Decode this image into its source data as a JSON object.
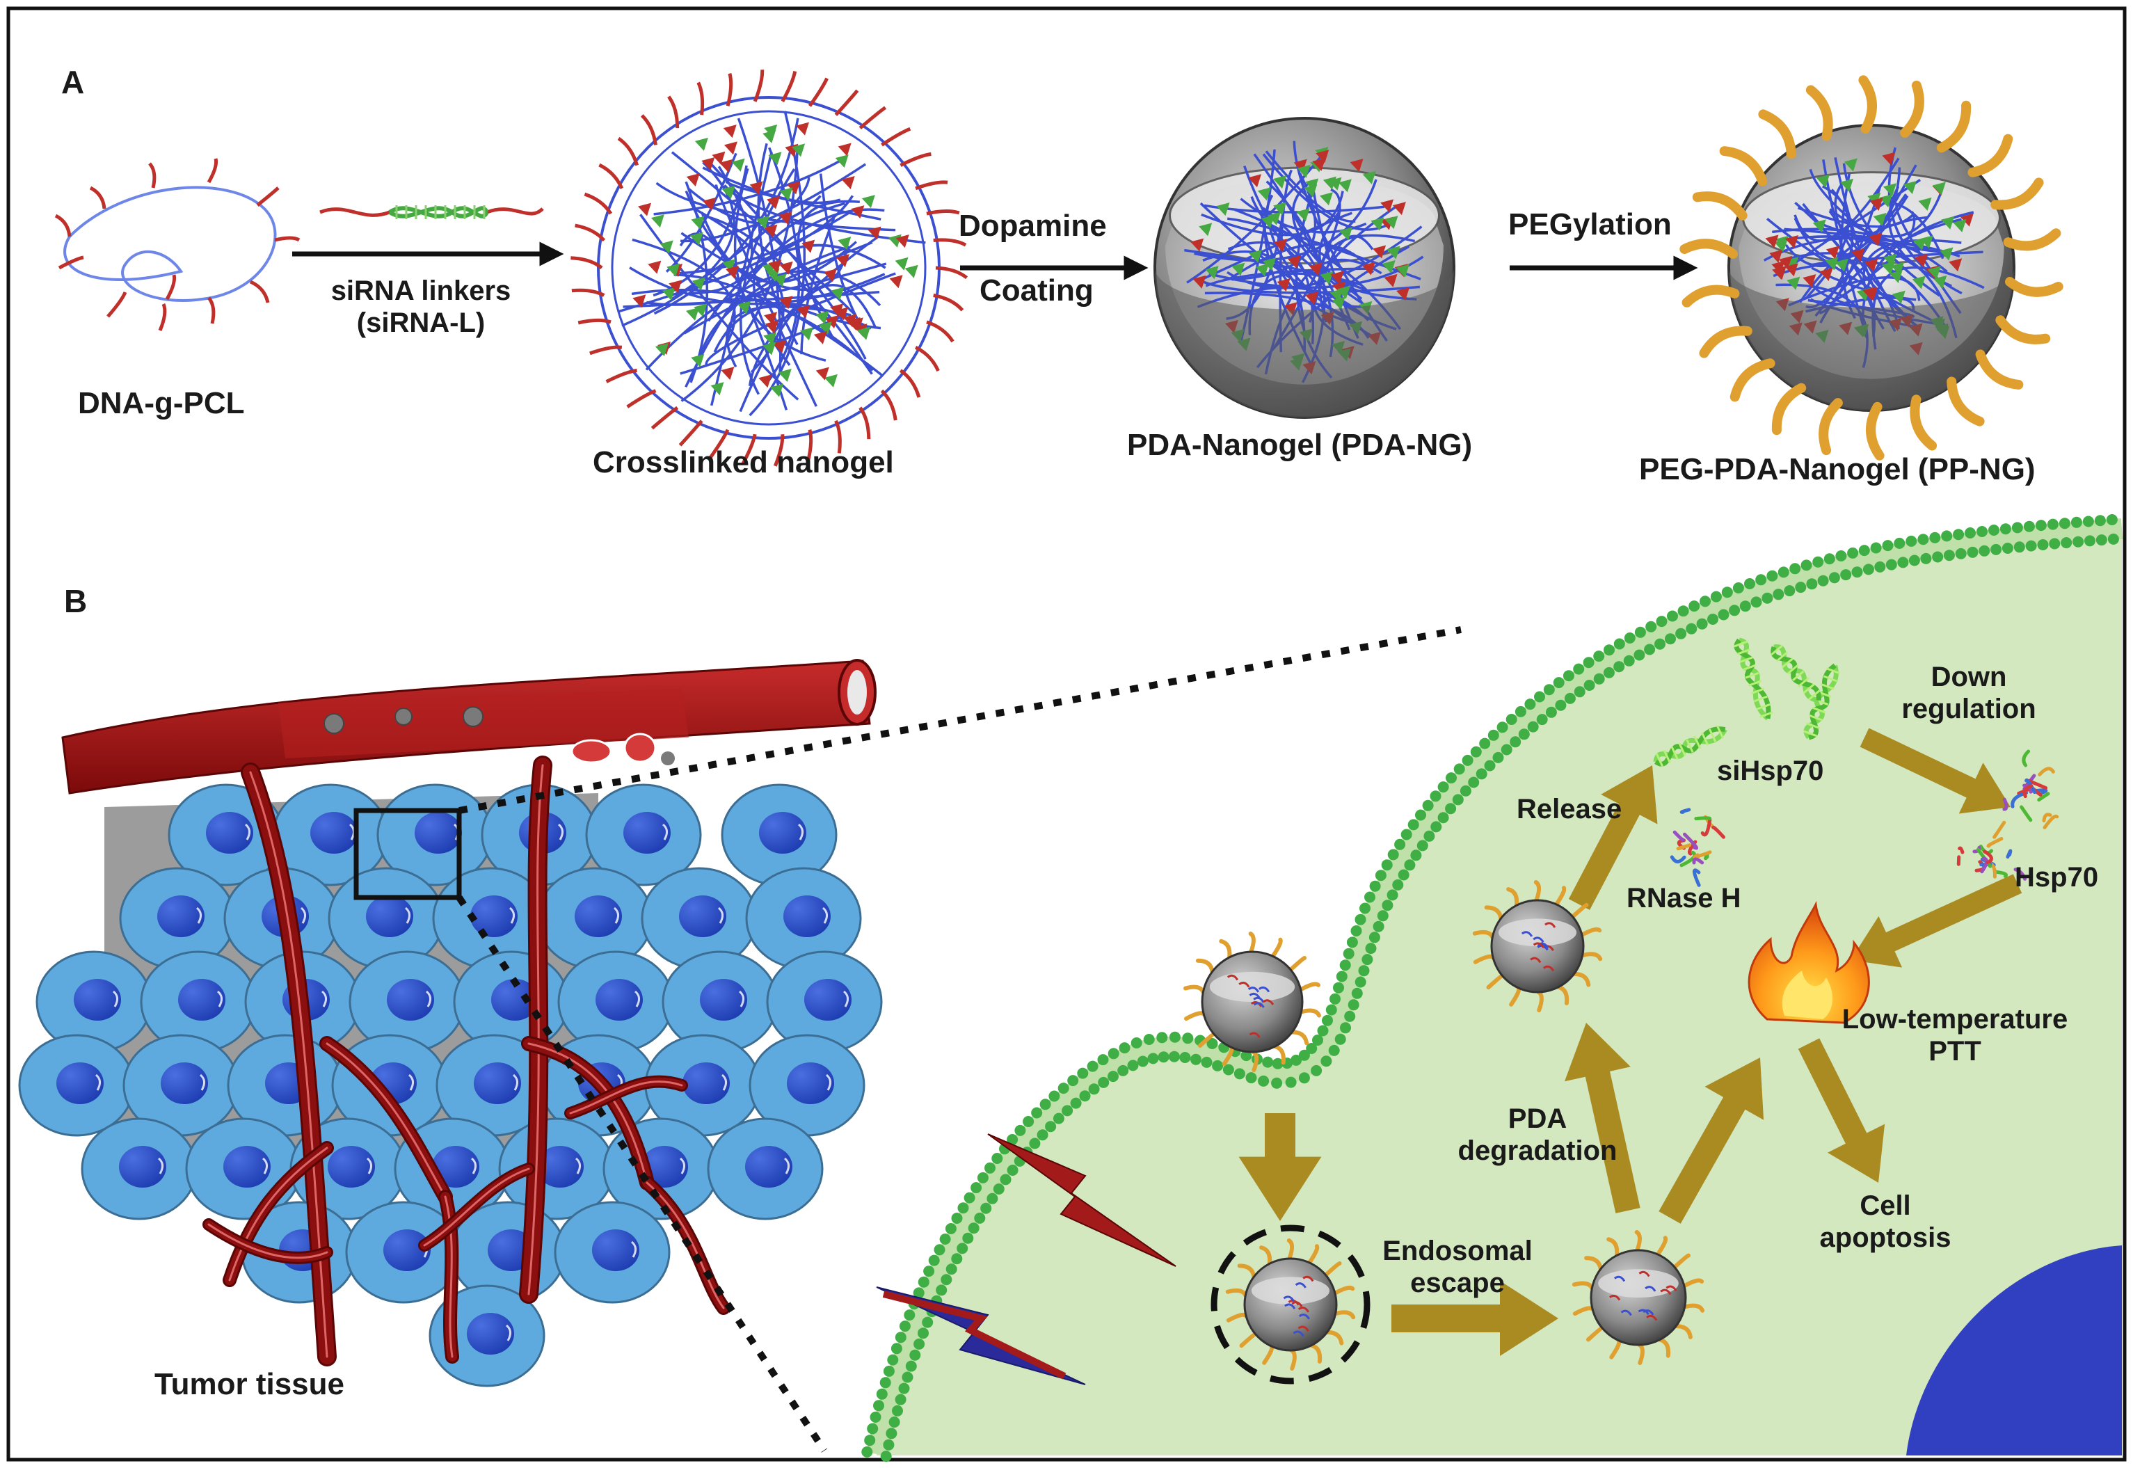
{
  "colors": {
    "cell_blue": "#5ea9dd",
    "nucleus_blue": "#2d55c9",
    "vessel_red": "#9b1111",
    "membrane_green": "#3fae45",
    "cytoplasm_green": "#cfe6b8",
    "pathway_arrow": "#a98b22",
    "nanogel_blue": "#3b4fd1",
    "nanogel_red": "#c0302a",
    "nanogel_green": "#46a843",
    "peg_orange": "#e0a030",
    "shell_gray": "#6e6e6e"
  },
  "panel_a": {
    "label": "A",
    "dna_pcl": "DNA-g-PCL",
    "sirna_linkers_line1": "siRNA linkers",
    "sirna_linkers_line2": "(siRNA-L)",
    "crosslinked": "Crosslinked nanogel",
    "dopamine": "Dopamine",
    "coating": "Coating",
    "pda_ng": "PDA-Nanogel (PDA-NG)",
    "pegylation": "PEGylation",
    "pp_ng": "PEG-PDA-Nanogel (PP-NG)"
  },
  "panel_b": {
    "label": "B",
    "tumor_tissue": "Tumor  tissue",
    "sihsp70": "siHsp70",
    "down_regulation_line1": "Down",
    "down_regulation_line2": "regulation",
    "release": "Release",
    "rnase_h": "RNase H",
    "hsp70": "Hsp70",
    "low_temp_line1": "Low-temperature",
    "low_temp_line2": "PTT",
    "pda_degradation_line1": "PDA",
    "pda_degradation_line2": "degradation",
    "endosomal_escape_line1": "Endosomal",
    "endosomal_escape_line2": "escape",
    "cell_apoptosis_line1": "Cell",
    "cell_apoptosis_line2": "apoptosis"
  },
  "icons": [
    "nanogel-icon",
    "peg-nanogel-icon",
    "dna-polymer-icon",
    "sirna-linker-icon",
    "blood-vessel-icon",
    "tumor-cell-icon",
    "laser-bolt-icon",
    "flame-icon",
    "sirna-helix-icon",
    "protein-icon"
  ]
}
